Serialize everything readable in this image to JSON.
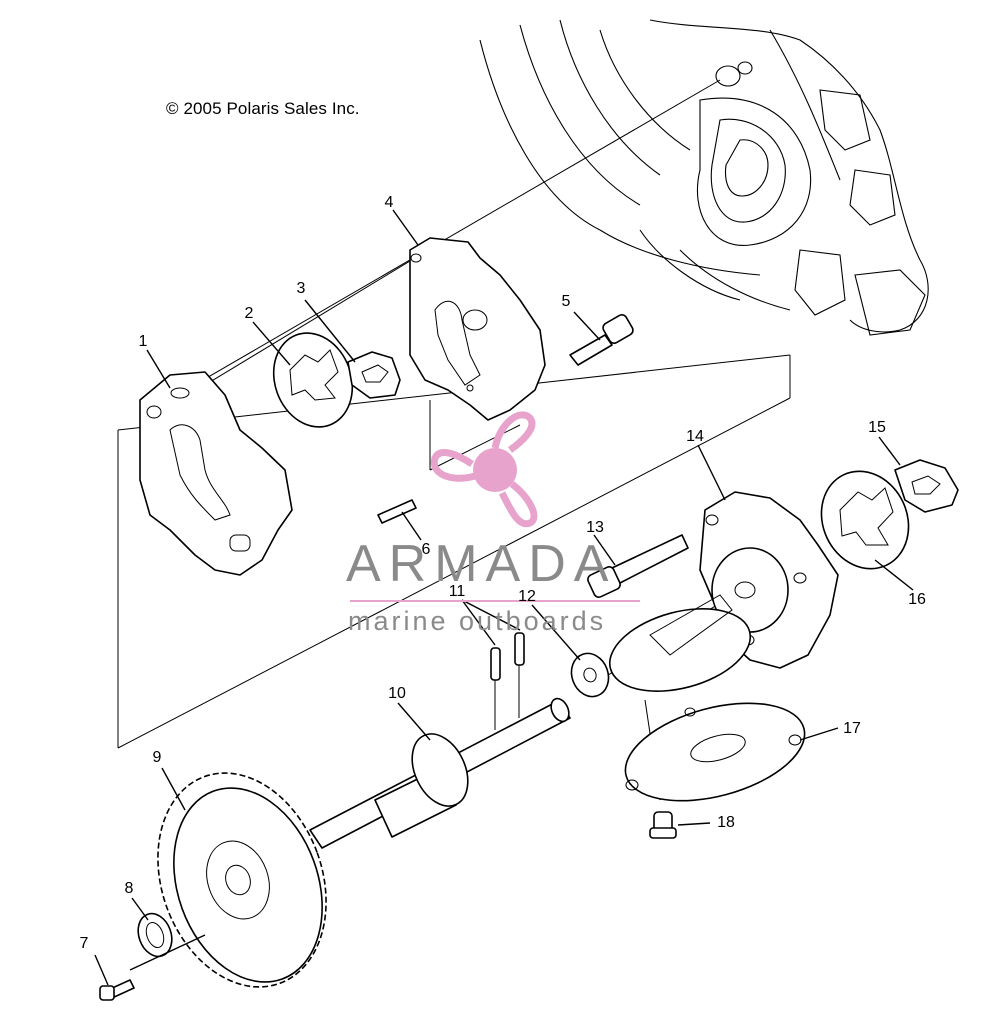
{
  "copyright": "© 2005 Polaris Sales Inc.",
  "watermark": {
    "title": "ARMADA",
    "subtitle": "marine outboards",
    "accent_color": "#e8a3cc",
    "text_color": "#8a8a8a",
    "logo_icon": "propeller-icon"
  },
  "callouts": {
    "c1": "1",
    "c2": "2",
    "c3": "3",
    "c4": "4",
    "c5": "5",
    "c6": "6",
    "c7": "7",
    "c8": "8",
    "c9": "9",
    "c10": "10",
    "c11": "11",
    "c12": "12",
    "c13": "13",
    "c14": "14",
    "c15": "15",
    "c16": "16",
    "c17": "17",
    "c18": "18"
  }
}
